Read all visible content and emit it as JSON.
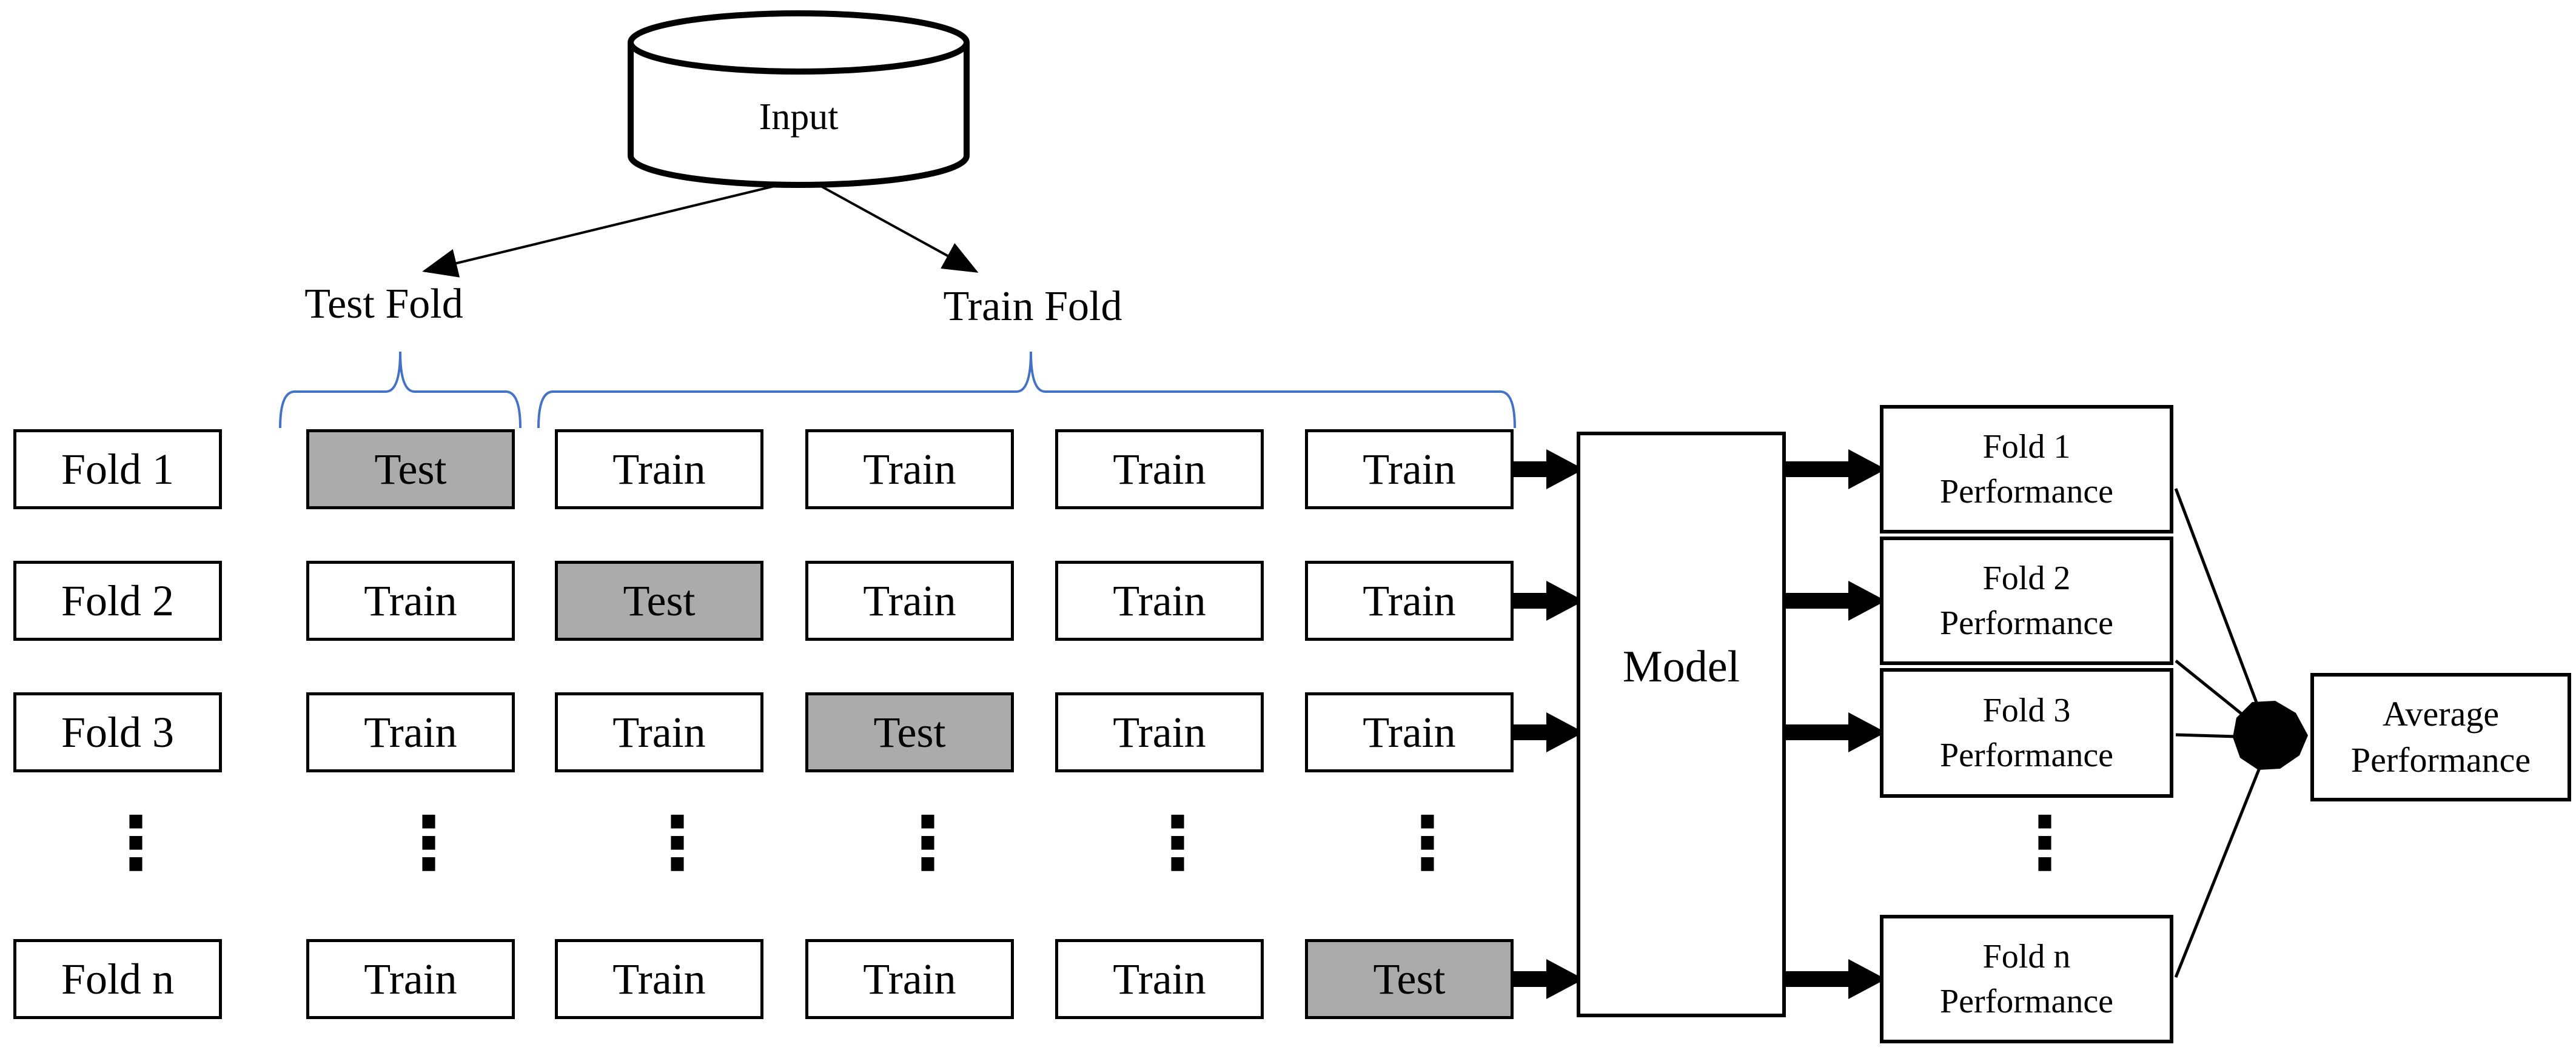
{
  "diagram": {
    "type": "k-fold cross-validation flow diagram",
    "input": {
      "label": "Input"
    },
    "split_labels": {
      "test": "Test Fold",
      "train": "Train Fold"
    },
    "grid": {
      "ellipsis": "⋮",
      "rows": [
        {
          "fold": "Fold 1",
          "cells": [
            {
              "label": "Test",
              "type": "test"
            },
            {
              "label": "Train",
              "type": "train"
            },
            {
              "label": "Train",
              "type": "train"
            },
            {
              "label": "Train",
              "type": "train"
            },
            {
              "label": "Train",
              "type": "train"
            }
          ]
        },
        {
          "fold": "Fold 2",
          "cells": [
            {
              "label": "Train",
              "type": "train"
            },
            {
              "label": "Test",
              "type": "test"
            },
            {
              "label": "Train",
              "type": "train"
            },
            {
              "label": "Train",
              "type": "train"
            },
            {
              "label": "Train",
              "type": "train"
            }
          ]
        },
        {
          "fold": "Fold 3",
          "cells": [
            {
              "label": "Train",
              "type": "train"
            },
            {
              "label": "Train",
              "type": "train"
            },
            {
              "label": "Test",
              "type": "test"
            },
            {
              "label": "Train",
              "type": "train"
            },
            {
              "label": "Train",
              "type": "train"
            }
          ]
        },
        {
          "fold": "Fold n",
          "cells": [
            {
              "label": "Train",
              "type": "train"
            },
            {
              "label": "Train",
              "type": "train"
            },
            {
              "label": "Train",
              "type": "train"
            },
            {
              "label": "Train",
              "type": "train"
            },
            {
              "label": "Test",
              "type": "test"
            }
          ]
        }
      ]
    },
    "model": {
      "label": "Model"
    },
    "performance_boxes": [
      {
        "line1": "Fold 1",
        "line2": "Performance"
      },
      {
        "line1": "Fold 2",
        "line2": "Performance"
      },
      {
        "line1": "Fold 3",
        "line2": "Performance"
      },
      {
        "line1": "Fold n",
        "line2": "Performance"
      }
    ],
    "average_box": {
      "line1": "Average",
      "line2": "Performance"
    },
    "colors": {
      "brace_blue": "#4472C4",
      "test_cell_gray": "#ABABAB",
      "line_black": "#000000",
      "background": "#FFFFFF"
    }
  }
}
